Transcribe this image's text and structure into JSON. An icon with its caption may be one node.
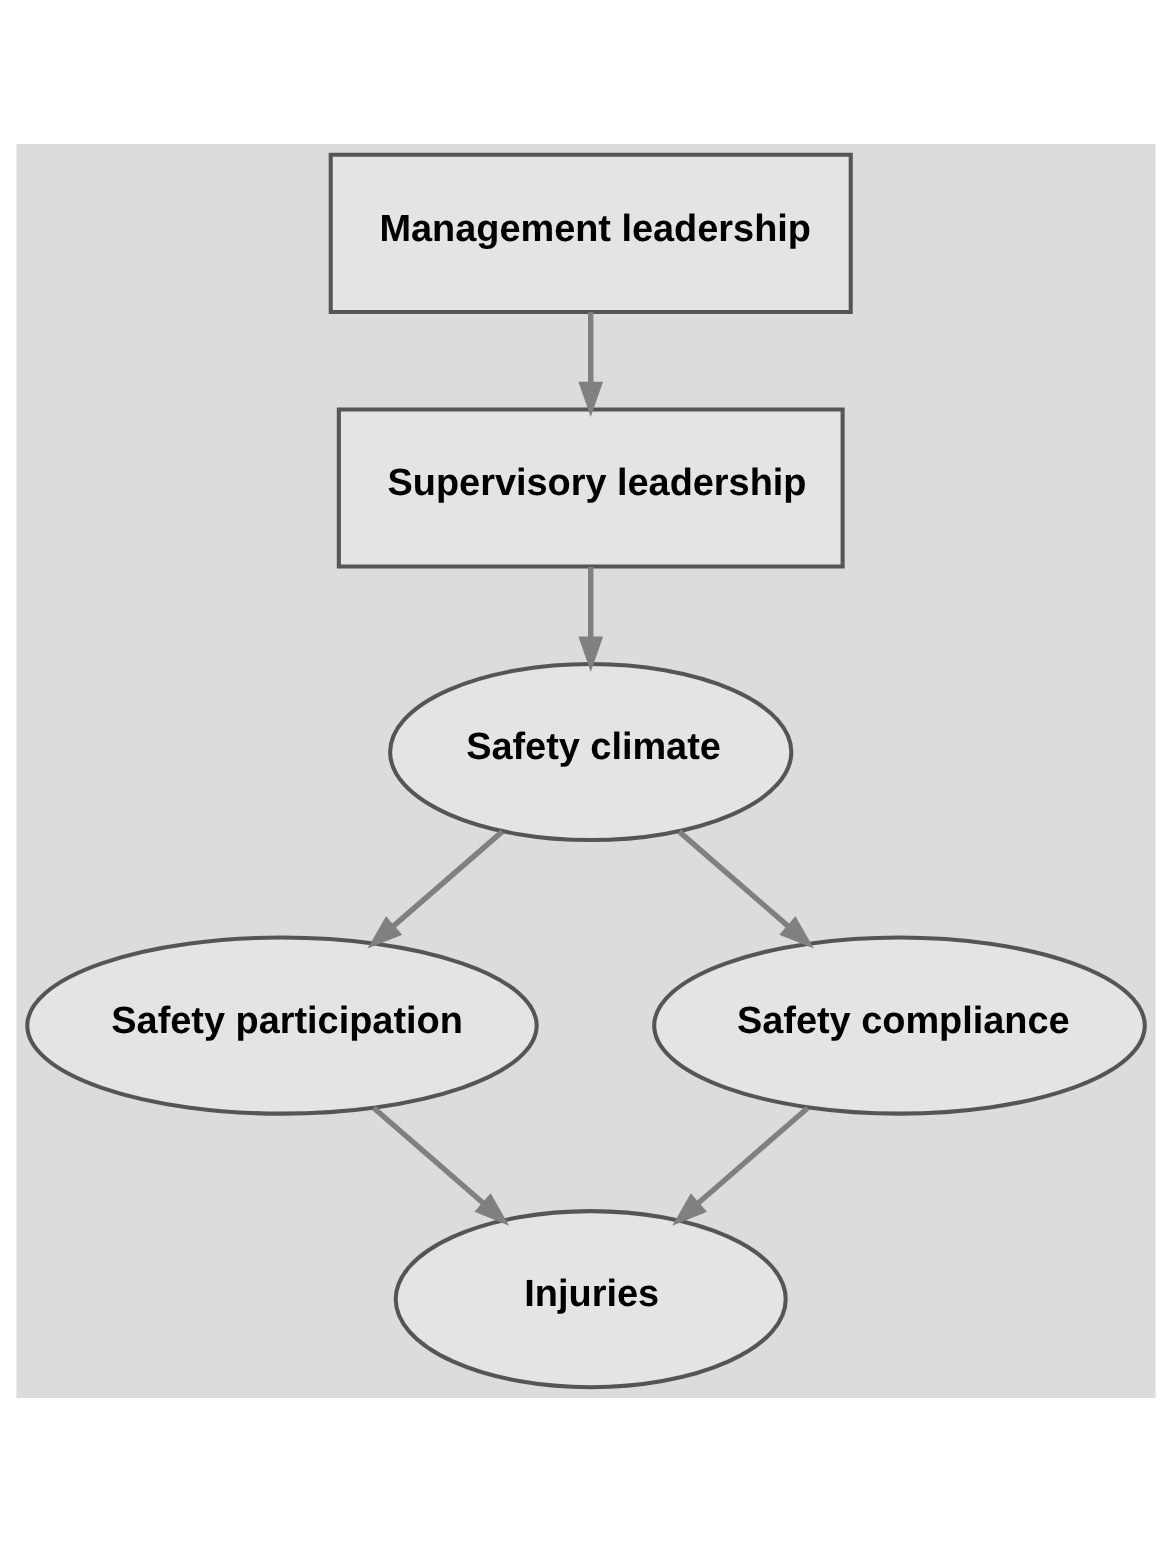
{
  "diagram": {
    "nodes": [
      {
        "text": [
          "Management leadership"
        ]
      },
      {
        "text": [
          "Supervisory leadership"
        ]
      },
      {
        "text": [
          "Safety climate"
        ]
      },
      {
        "text": [
          "Safety participation"
        ]
      },
      {
        "text": [
          "Safety compliance"
        ]
      },
      {
        "text": [
          "Injuries"
        ]
      }
    ],
    "edges": [
      {
        "from": 0,
        "to": 1,
        "arrow": "to"
      },
      {
        "from": 1,
        "to": 2,
        "arrow": "to"
      },
      {
        "from": 2,
        "to": 3,
        "arrow": "to"
      },
      {
        "from": 2,
        "to": 4,
        "arrow": "to"
      },
      {
        "from": 3,
        "to": 5,
        "arrow": "to"
      },
      {
        "from": 4,
        "to": 5,
        "arrow": "to"
      }
    ]
  }
}
